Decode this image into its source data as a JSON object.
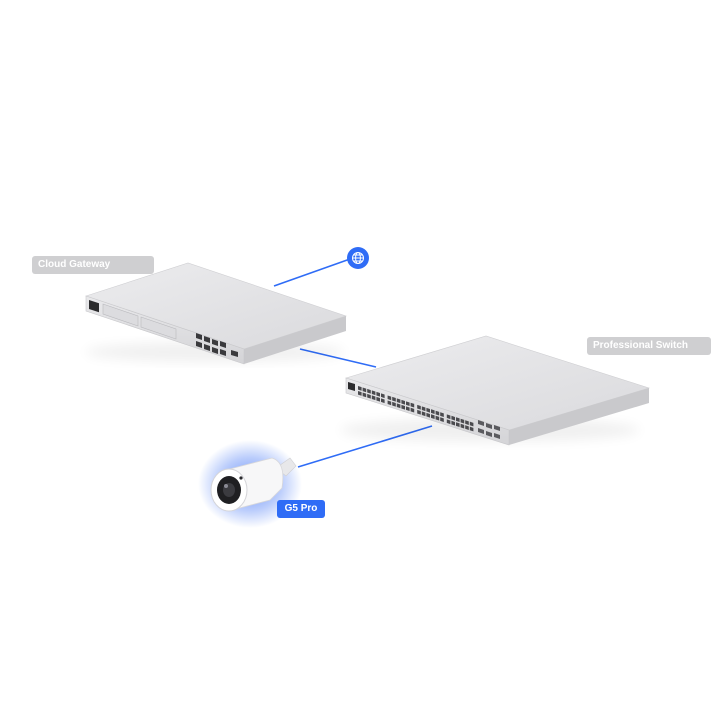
{
  "labels": {
    "gateway": "Cloud Gateway",
    "switch": "Professional Switch",
    "camera": "G5 Pro"
  },
  "colors": {
    "link": "#2f6cf6",
    "internet_badge": "#2f6cf6",
    "device_label": "#cfcfd1",
    "camera_glow": "#3b6ff5"
  },
  "icons": {
    "internet": "globe-icon"
  }
}
